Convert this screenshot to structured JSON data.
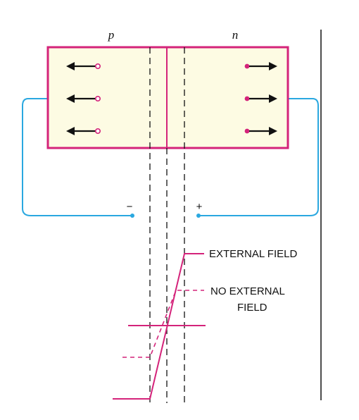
{
  "labels": {
    "p_region": "p",
    "n_region": "n",
    "negative_terminal": "−",
    "positive_terminal": "+",
    "external_field_line1": "EXTERNAL  FIELD",
    "no_external_field_line1": "NO EXTERNAL",
    "no_external_field_line2": "FIELD"
  },
  "colors": {
    "crystal_fill": "#fdfbe3",
    "crystal_border": "#d4237a",
    "wire": "#2aa8e0",
    "arrow": "#111111",
    "carrier": "#d4237a",
    "field_line": "#d4237a",
    "boundary": "#111111"
  },
  "carriers": {
    "p_side": {
      "type": "hole",
      "direction": "left",
      "count": 3
    },
    "n_side": {
      "type": "electron",
      "direction": "right",
      "count": 3
    }
  }
}
